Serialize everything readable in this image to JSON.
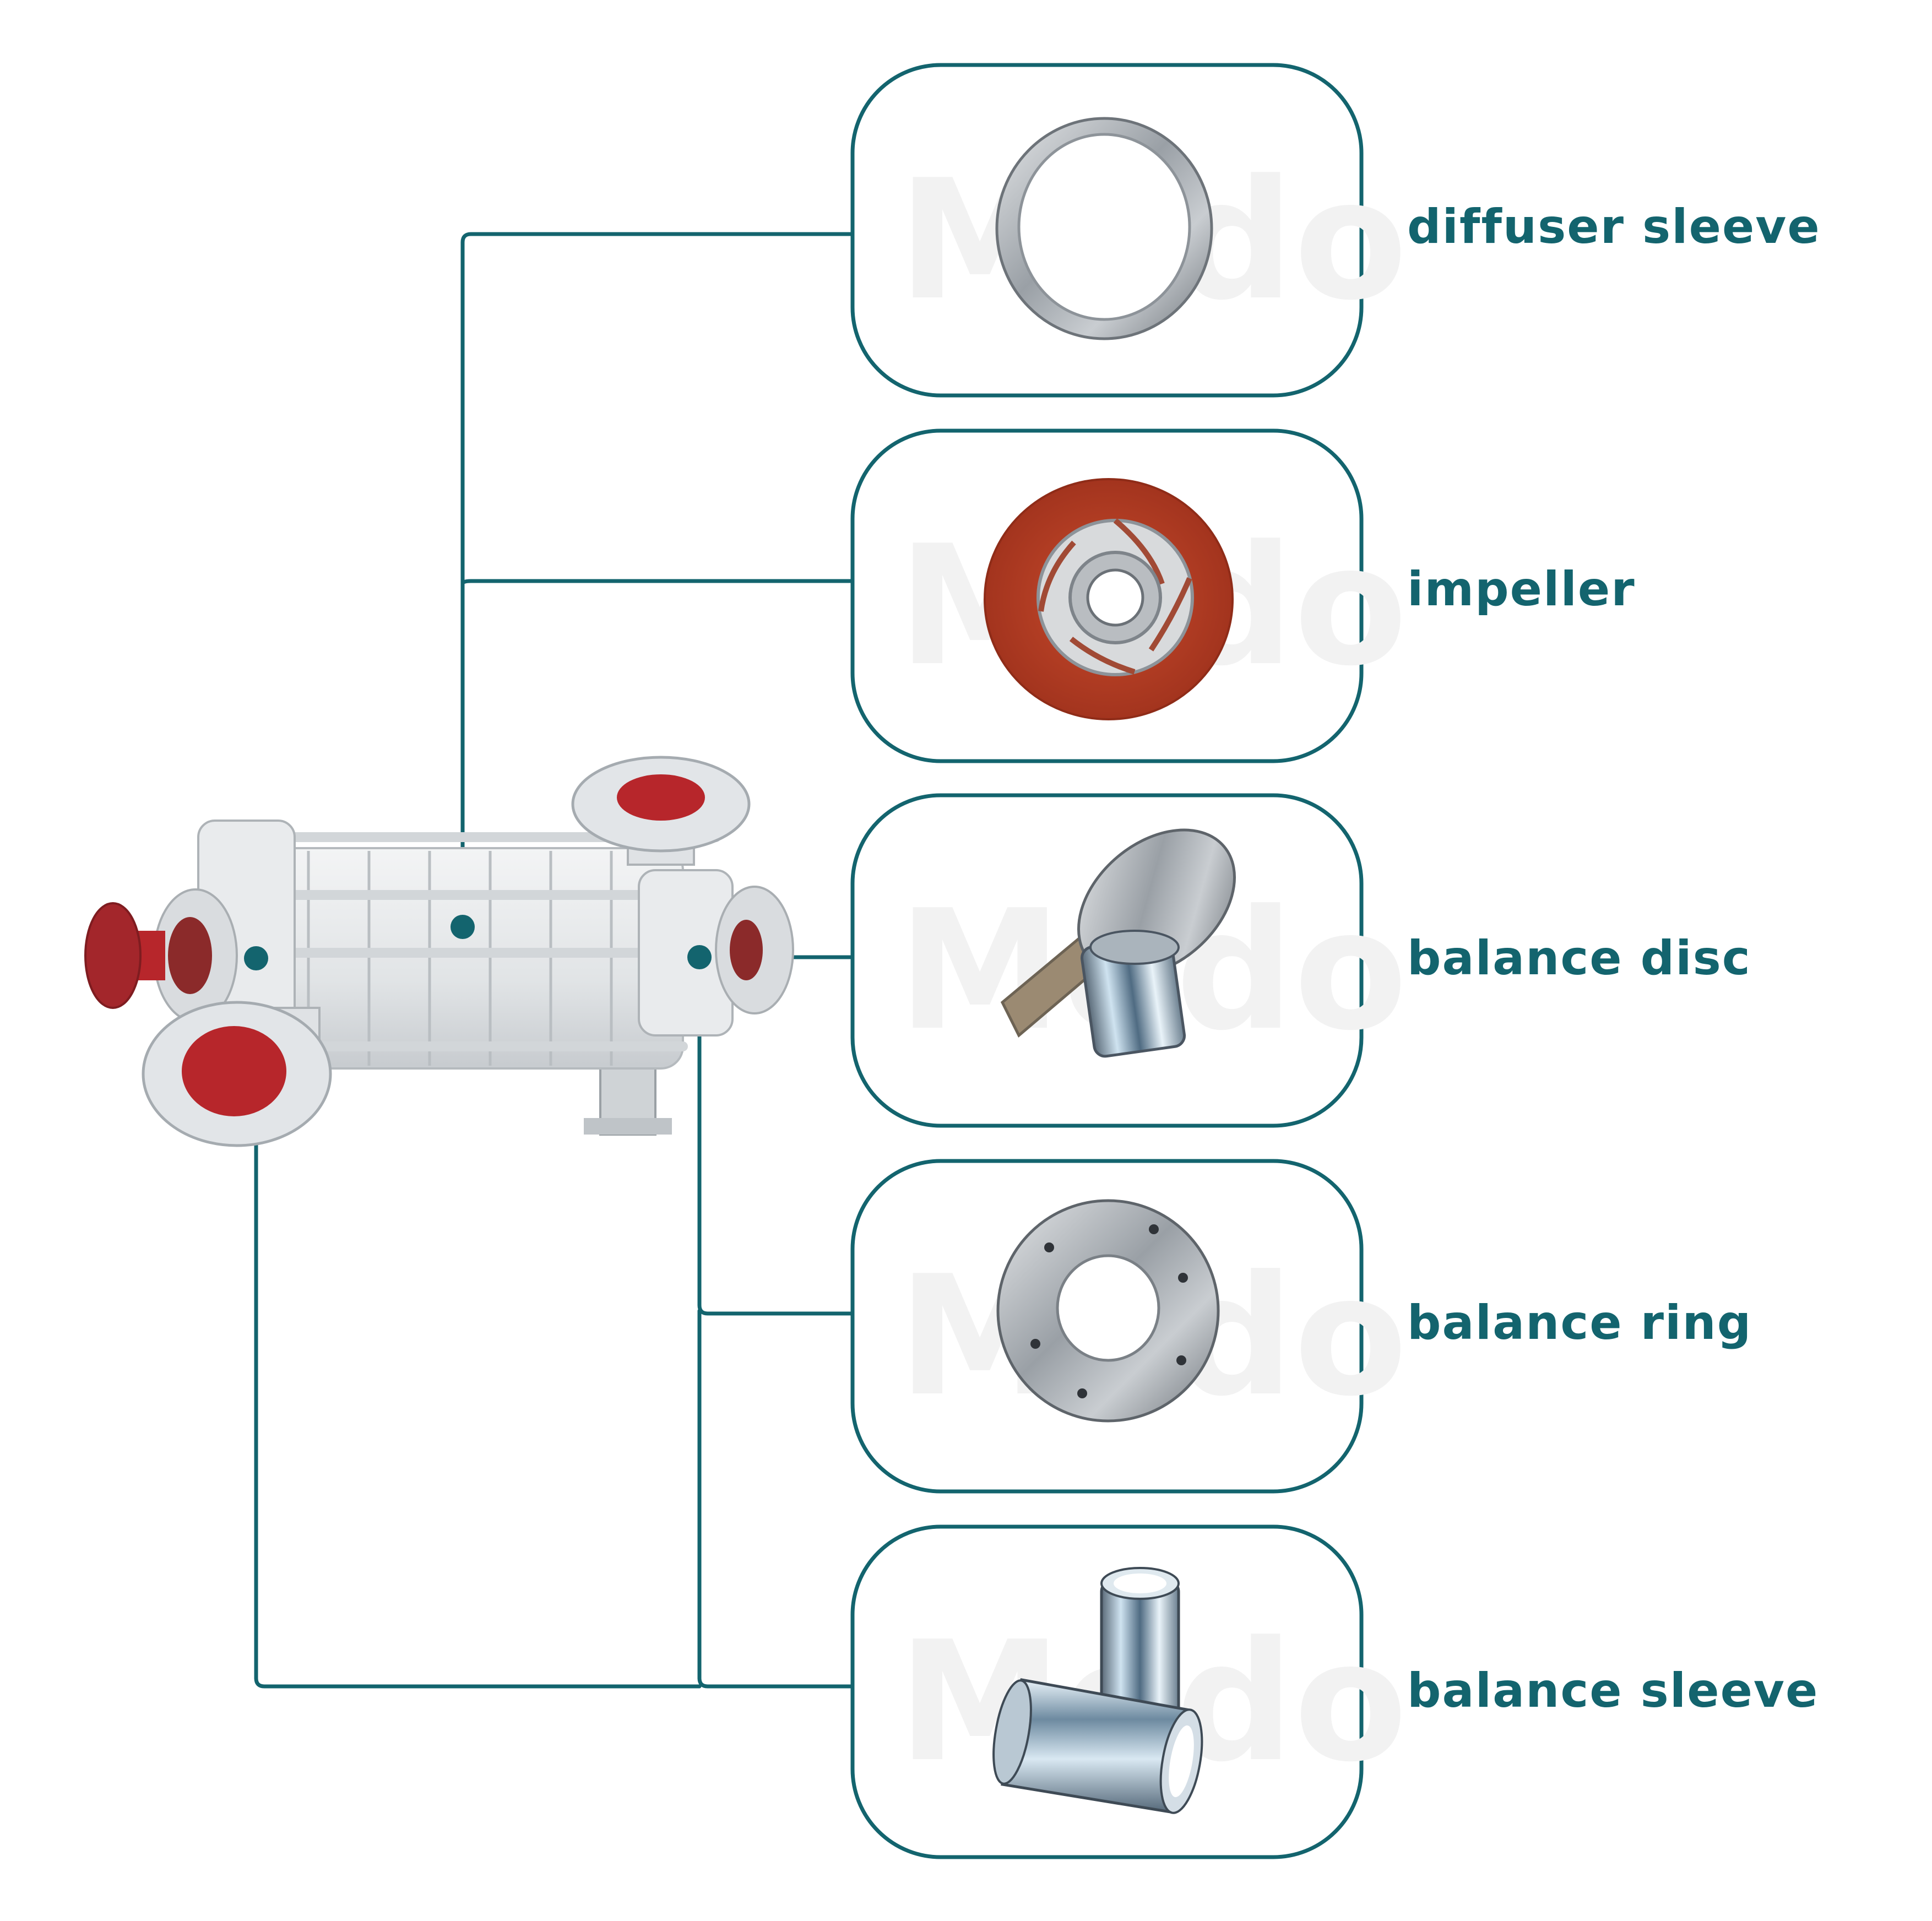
{
  "colors": {
    "accent": "#13646e",
    "pump_body": "#e6e8ea",
    "pump_red": "#a3262b",
    "watermark": "#f2f2f2"
  },
  "watermark": "Modo",
  "pump": {
    "icon": "multistage-pump-icon"
  },
  "parts": [
    {
      "label": "diffuser sleeve",
      "icon": "diffuser-sleeve-icon"
    },
    {
      "label": "impeller",
      "icon": "impeller-icon"
    },
    {
      "label": "balance disc",
      "icon": "balance-disc-icon"
    },
    {
      "label": "balance ring",
      "icon": "balance-ring-icon"
    },
    {
      "label": "balance sleeve",
      "icon": "balance-sleeve-icon"
    }
  ]
}
